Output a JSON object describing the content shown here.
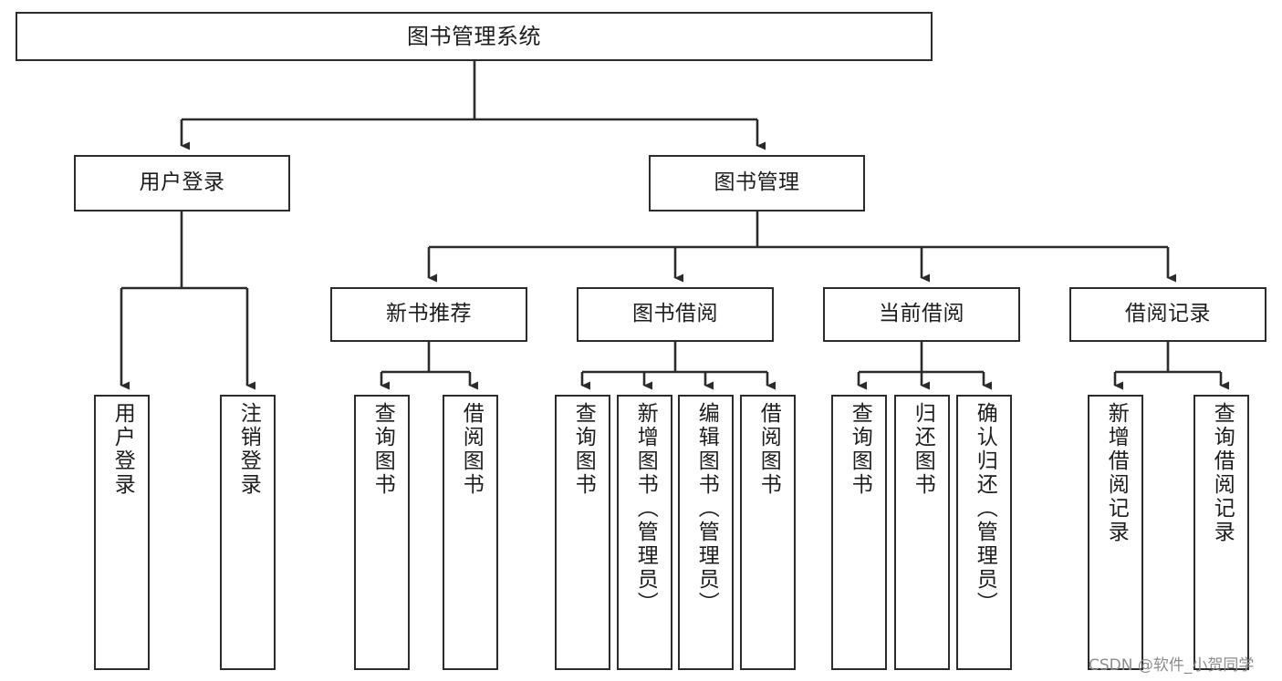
{
  "diagram": {
    "title": "图书管理系统",
    "type": "tree-hierarchy-chart",
    "style": {
      "box_border_color": "#2b2b2b",
      "box_fill_color": "#ffffff",
      "connector_color": "#2b2b2b",
      "text_color": "#1d1d1d",
      "background": "#ffffff"
    },
    "root": {
      "label": "图书管理系统"
    },
    "level2": [
      {
        "label": "用户登录"
      },
      {
        "label": "图书管理"
      }
    ],
    "level3": [
      {
        "label": "新书推荐"
      },
      {
        "label": "图书借阅"
      },
      {
        "label": "当前借阅"
      },
      {
        "label": "借阅记录"
      }
    ],
    "leaves": {
      "user_login": [
        {
          "label": "用户登录"
        },
        {
          "label": "注销登录"
        }
      ],
      "new_book_recommend": [
        {
          "label": "查询图书"
        },
        {
          "label": "借阅图书"
        }
      ],
      "book_borrow": [
        {
          "label": "查询图书"
        },
        {
          "label": "新增图书（管理员）"
        },
        {
          "label": "编辑图书（管理员）"
        },
        {
          "label": "借阅图书"
        }
      ],
      "current_borrow": [
        {
          "label": "查询图书"
        },
        {
          "label": "归还图书"
        },
        {
          "label": "确认归还（管理员）"
        }
      ],
      "borrow_record": [
        {
          "label": "新增借阅记录"
        },
        {
          "label": "查询借阅记录"
        }
      ]
    }
  },
  "watermark": {
    "text": "CSDN @软件_小贺同学"
  }
}
